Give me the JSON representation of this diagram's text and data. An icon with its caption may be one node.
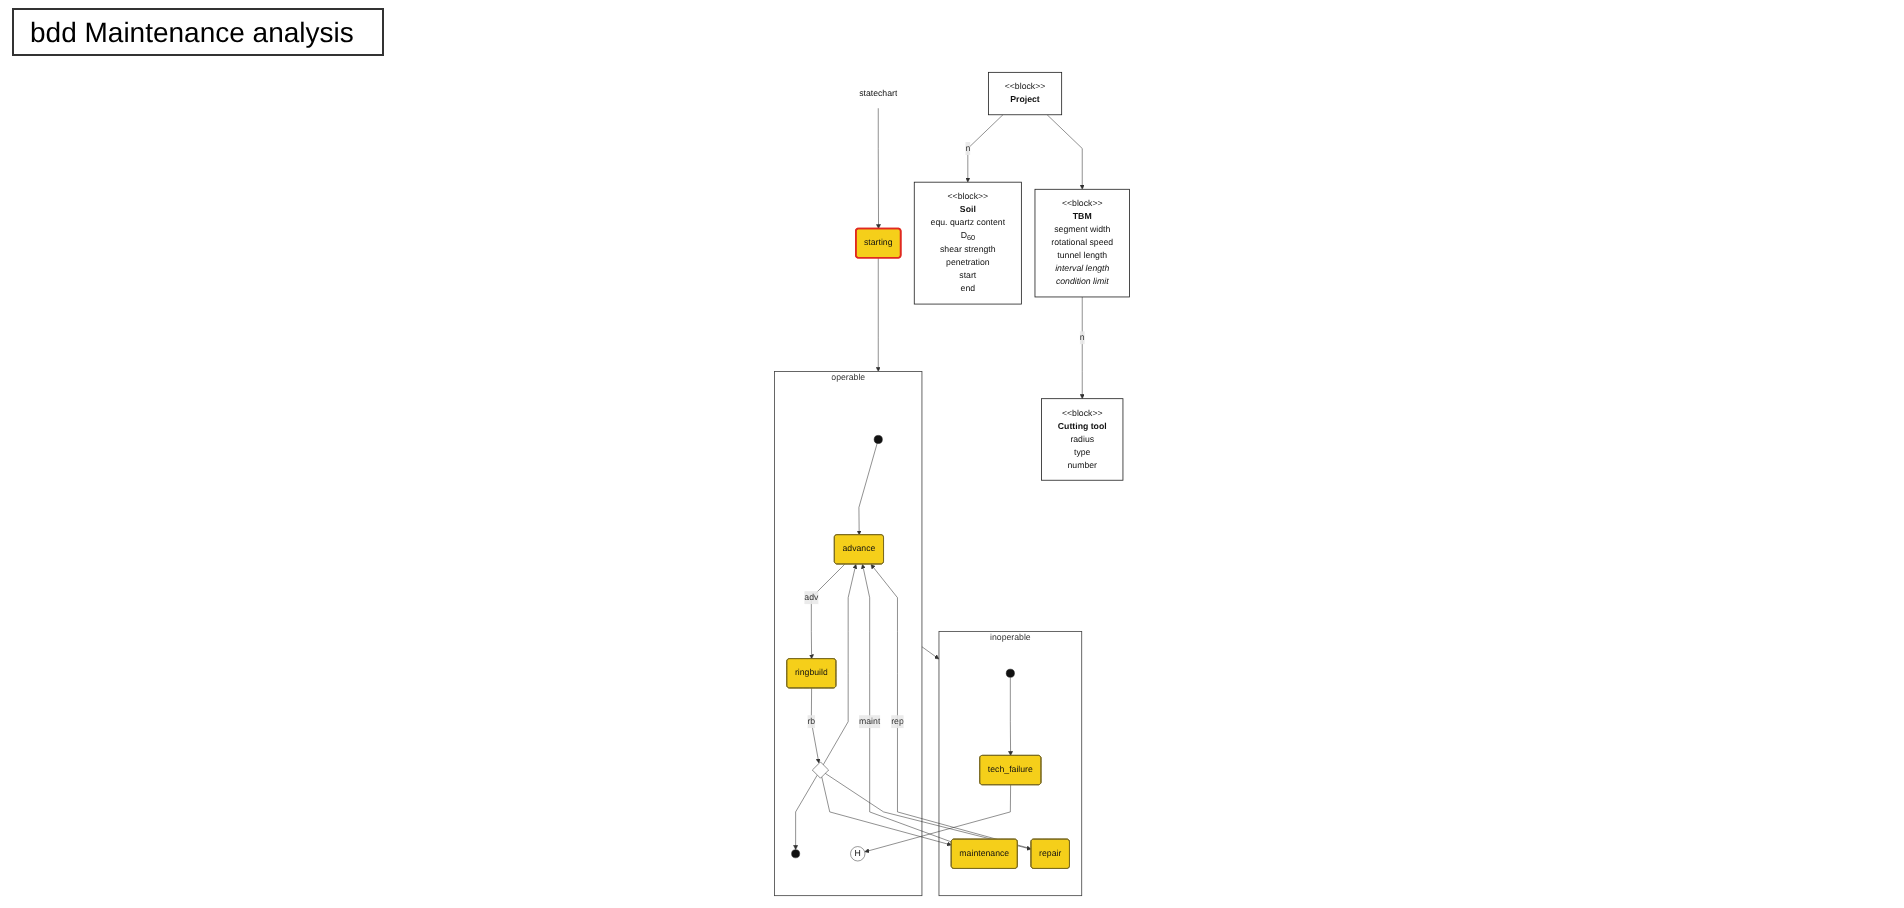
{
  "diagram": {
    "title": "bdd Maintenance analysis",
    "nodes": [
      {
        "text": [
          "<<block>>",
          "Project"
        ]
      },
      {
        "text": [
          "<<block>>",
          "Soil",
          "equ. quartz content",
          "D$_{60}$",
          "shear strength",
          "penetration",
          "start",
          "end"
        ]
      },
      {
        "text": [
          "<<block>>",
          "TBM",
          "segment width",
          "rotational speed",
          "tunnel length",
          "*interval length*",
          "*condition limit*"
        ]
      },
      {
        "text": [
          "<<block>>",
          "Cutting tool",
          "radius",
          "type",
          "number"
        ]
      },
      {
        "text": [
          "statechart"
        ]
      },
      {
        "text": [
          "starting"
        ]
      },
      {
        "text": [
          "operable"
        ]
      },
      {
        "text": [],
        "shape": "circle",
        "in": 6
      },
      {
        "text": [
          "advance"
        ],
        "in": 6
      },
      {
        "text": [
          "ringbuild"
        ],
        "in": 6
      },
      {
        "text": [],
        "shape": "diamond",
        "in": 6
      },
      {
        "text": [],
        "shape": "circle",
        "in": 6
      },
      {
        "text": [
          "H"
        ],
        "in": 6
      },
      {
        "text": [
          "inoperable"
        ]
      },
      {
        "text": [],
        "shape": "circle",
        "in": 13
      },
      {
        "text": [
          "tech_failure"
        ],
        "in": 13
      },
      {
        "text": [
          "maintenance"
        ],
        "in": 13
      },
      {
        "text": [
          "repair"
        ],
        "in": 13
      }
    ],
    "edges": [
      {
        "from": 0,
        "to": 1,
        "arrow": "to",
        "label": "n"
      },
      {
        "from": 0,
        "to": 2,
        "arrow": "to"
      },
      {
        "from": 2,
        "to": 3,
        "arrow": "to",
        "label": "n"
      },
      {
        "from": 4,
        "to": 5,
        "arrow": "to"
      },
      {
        "from": 5,
        "to": 6,
        "arrow": "to"
      },
      {
        "from": 7,
        "to": 8,
        "arrow": "to"
      },
      {
        "from": 8,
        "to": 9,
        "arrow": "to",
        "label": "adv"
      },
      {
        "from": 9,
        "to": 10,
        "arrow": "to",
        "label": "rb"
      },
      {
        "from": 10,
        "to": 8,
        "arrow": "to"
      },
      {
        "from": 10,
        "to": 16,
        "arrow": "to"
      },
      {
        "from": 10,
        "to": 17,
        "arrow": "to"
      },
      {
        "from": 10,
        "to": 11,
        "arrow": "to"
      },
      {
        "from": 16,
        "to": 8,
        "arrow": "to",
        "label": "maint"
      },
      {
        "from": 17,
        "to": 8,
        "arrow": "to",
        "label": "rep"
      },
      {
        "from": 15,
        "to": 12,
        "arrow": "to"
      },
      {
        "from": 6,
        "to": 13,
        "arrow": "to"
      },
      {
        "from": 14,
        "to": 15,
        "arrow": "to"
      }
    ]
  }
}
